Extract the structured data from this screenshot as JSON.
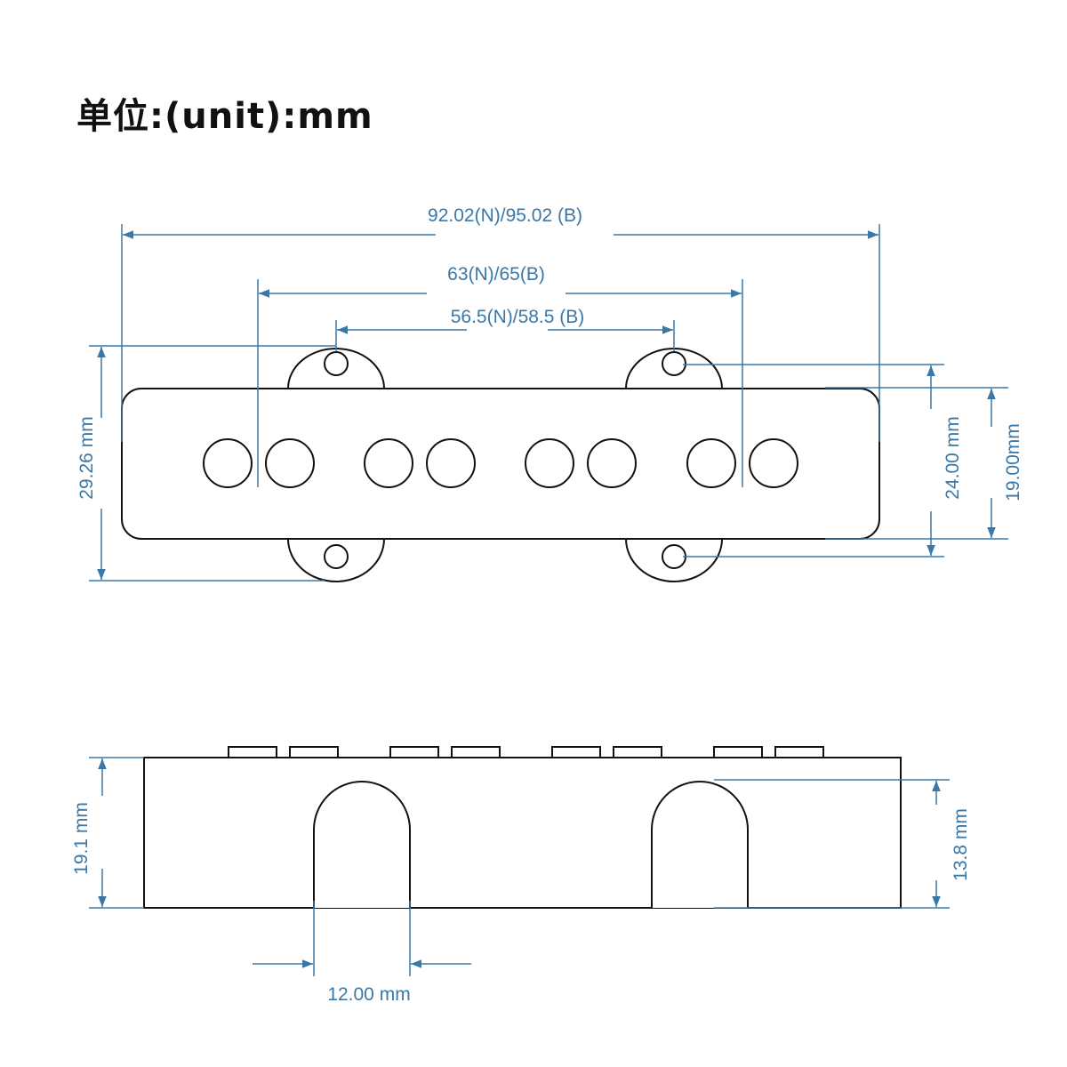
{
  "title": "单位:(unit):mm",
  "colors": {
    "dimension": "#3a78a8",
    "outline": "#111111",
    "background": "#ffffff"
  },
  "top_view": {
    "overall_length": "92.02(N)/95.02 (B)",
    "pole_span": "63(N)/65(B)",
    "mount_hole_spacing": "56.5(N)/58.5 (B)",
    "total_height": "29.26 mm",
    "mount_hole_height": "24.00 mm",
    "body_height": "19.00mm"
  },
  "side_view": {
    "body_height": "19.1 mm",
    "leg_height": "13.8 mm",
    "leg_width": "12.00 mm"
  }
}
